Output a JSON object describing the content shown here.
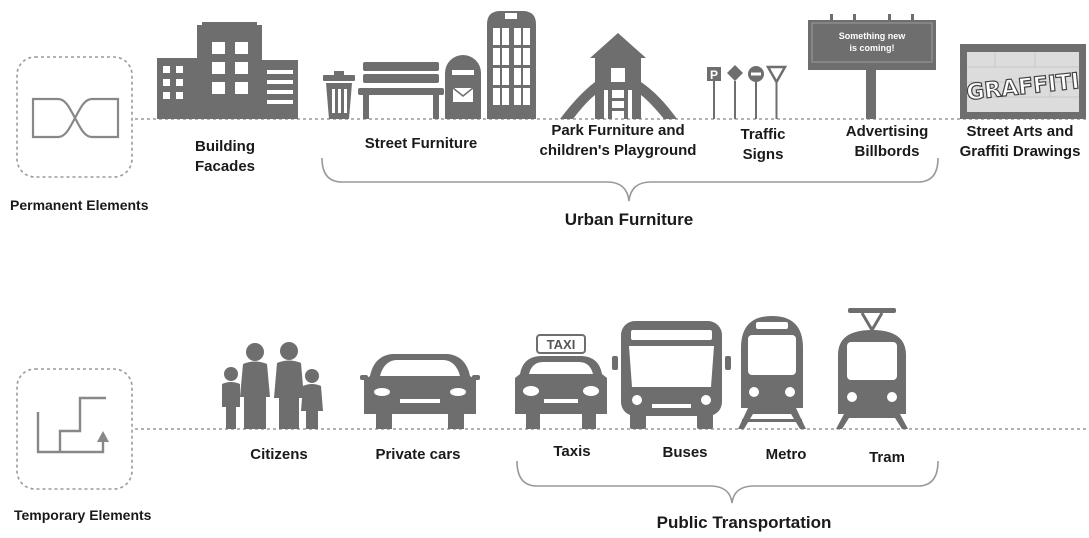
{
  "permanent": {
    "section_label": "Permanent Elements",
    "items": {
      "building": "Building\nFacades",
      "street_furniture": "Street Furniture",
      "park": "Park Furniture and\nchildren's Playground",
      "traffic": "Traffic\nSigns",
      "billboards": "Advertising\nBillbords",
      "street_art": "Street Arts and\nGraffiti Drawings"
    },
    "group_label": "Urban Furniture",
    "billboard_text_1": "Something new",
    "billboard_text_2": "is coming!",
    "graffiti_text": "GRAFFITI",
    "sign_p": "P"
  },
  "temporary": {
    "section_label": "Temporary Elements",
    "items": {
      "citizens": "Citizens",
      "private_cars": "Private cars",
      "taxis": "Taxis",
      "buses": "Buses",
      "metro": "Metro",
      "tram": "Tram"
    },
    "group_label": "Public Transportation",
    "taxi_sign": "TAXI"
  },
  "colors": {
    "icon": "#6e6e6e",
    "line": "#9a9a9a",
    "text": "#1a1a1a"
  },
  "icons": [
    "open-loop-icon",
    "path-icon",
    "building-icon",
    "trash-bin-icon",
    "bench-icon",
    "mailbox-icon",
    "phone-booth-icon",
    "playground-icon",
    "traffic-signs-icon",
    "billboard-icon",
    "graffiti-wall-icon",
    "family-icon",
    "car-icon",
    "taxi-icon",
    "bus-icon",
    "metro-icon",
    "tram-icon"
  ]
}
